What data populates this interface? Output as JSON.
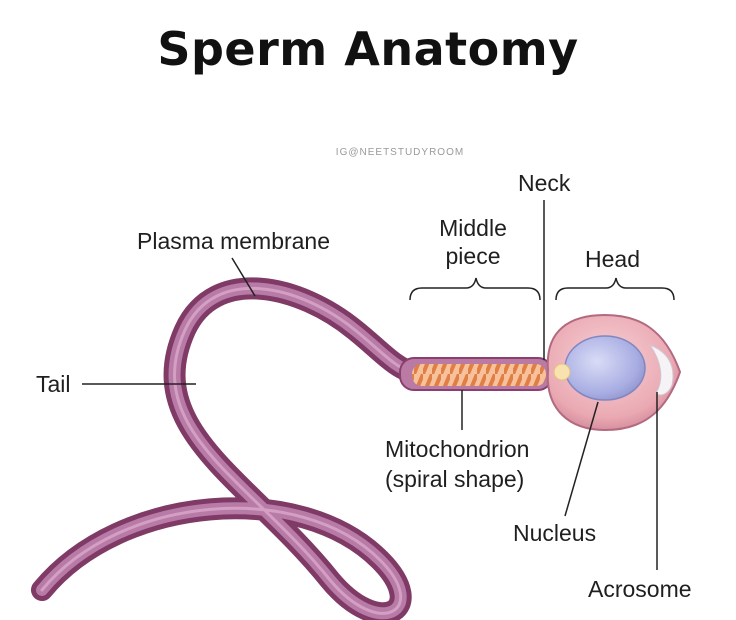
{
  "title": "Sperm Anatomy",
  "watermark": "IG@NEETSTUDYROOM",
  "labels": {
    "neck": "Neck",
    "middle_piece_line1": "Middle",
    "middle_piece_line2": "piece",
    "head": "Head",
    "plasma_membrane": "Plasma membrane",
    "tail": "Tail",
    "mitochondrion_line1": "Mitochondrion",
    "mitochondrion_line2": "(spiral shape)",
    "nucleus": "Nucleus",
    "acrosome": "Acrosome"
  },
  "colors": {
    "membrane_outer": "#8a3f6e",
    "membrane_fill": "#b57aa4",
    "head_fill": "#f0b8c0",
    "nucleus_fill": "#aeb4e6",
    "mitochondria": "#f2a46a",
    "leader_line": "#222222"
  }
}
